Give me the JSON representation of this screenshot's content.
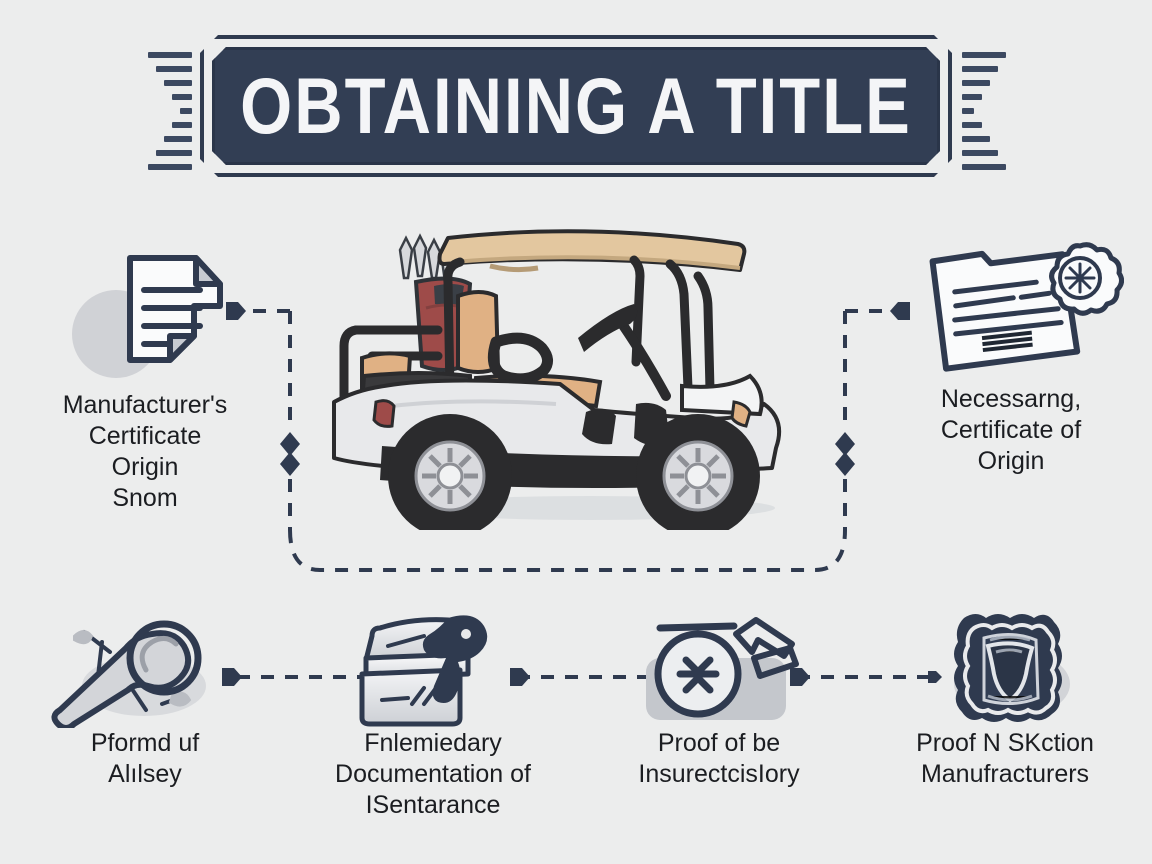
{
  "title": {
    "text": "OBTAINING A TITLE",
    "banner_bg": "#323e54",
    "banner_border": "#2f3a4f",
    "text_color": "#f4f5f7"
  },
  "background_color": "#eceded",
  "accent_color": "#2f3a4f",
  "center_illustration": {
    "name": "golf-cart",
    "roof_color": "#e3c79f",
    "body_color": "#e8e9eb",
    "chassis_color": "#2b2b2d",
    "seat_color": "#e0b184",
    "bag_color": "#9e4b49"
  },
  "nodes": [
    {
      "id": "manufacturers-certificate-origin",
      "icon": "document-icon",
      "label": "Manufacturer's\nCertificate\nOrigin\nSnom"
    },
    {
      "id": "necessary-certificate-of-origin",
      "icon": "certificate-seal-icon",
      "label": "Necessarng,\nCertificate of\nOrigin"
    },
    {
      "id": "proof-of-ability",
      "icon": "inspection-tool-icon",
      "label": "Pformd uf\nAlılsey"
    },
    {
      "id": "intermediary-documentation",
      "icon": "document-box-icon",
      "label": "Fnlemiedary\nDocumentation of\nISentarance"
    },
    {
      "id": "proof-of-inspection",
      "icon": "inspection-mark-icon",
      "label": "Proof of be\nInsurectcisIory"
    },
    {
      "id": "proof-of-section-manufacturers",
      "icon": "official-seal-icon",
      "label": "Proof N SKction\nManufracturers"
    }
  ],
  "connector": {
    "style": "dashed",
    "color": "#2f3a4f",
    "marker": "diamond-arrow"
  }
}
